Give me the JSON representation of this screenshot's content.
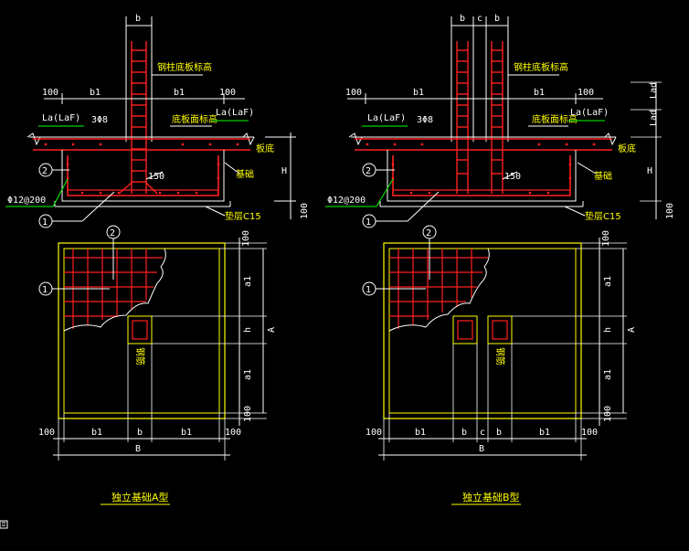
{
  "colors": {
    "background": "#000000",
    "yellow": "#ffff00",
    "red": "#ff2020",
    "white": "#ffffff",
    "green": "#00ff00",
    "cyan": "#00ffff"
  },
  "left": {
    "top_b": "b",
    "col_label": "钢柱底板标高",
    "dim_100_left": "100",
    "dim_b1_left": "b1",
    "dim_b1_right": "b1",
    "dim_100_right": "100",
    "la_left": "La(LaF)",
    "bars": "3Φ8",
    "slab_label": "底板面标高",
    "la_right": "La(LaF)",
    "right_note": "板底",
    "right_side": "基础",
    "callout_2": "2",
    "dim_150": "150",
    "rebar_spec": "Φ12@200",
    "callout_1": "1",
    "bedding": "垫层C15",
    "dim_H": "H",
    "dim_100_v": "100",
    "plan_callout_2": "2",
    "plan_callout_1": "1",
    "plan_col_note": "钢筋",
    "plan_100_top": "100",
    "plan_a1_top": "a1",
    "plan_h": "h",
    "plan_A": "A",
    "plan_a1_bottom": "a1",
    "plan_100_bottom": "100",
    "bottom_100_left": "100",
    "bottom_b1_left": "b1",
    "bottom_b": "b",
    "bottom_b1_right": "b1",
    "bottom_100_right": "100",
    "bottom_B": "B",
    "title": "独立基础A型"
  },
  "right": {
    "top_b": "b",
    "top_c": "c",
    "top_b2": "b",
    "col_label": "钢柱底板标高",
    "dim_100_left": "100",
    "dim_b1_left": "b1",
    "dim_b1_right": "b1",
    "dim_100_right": "100",
    "la_left": "La(LaF)",
    "bars": "3Φ8",
    "slab_label": "底板面标高",
    "la_right": "La(LaF)",
    "right_note": "板底",
    "right_side": "基础",
    "callout_2": "2",
    "dim_150": "150",
    "rebar_spec": "Φ12@200",
    "callout_1": "1",
    "bedding": "垫层C15",
    "dim_H": "H",
    "dim_100_v": "100",
    "v_dim_1": "Lad",
    "v_dim_2": "Lad",
    "plan_callout_2": "2",
    "plan_callout_1": "1",
    "plan_col_note": "钢筋",
    "plan_100_top": "100",
    "plan_a1_top": "a1",
    "plan_h": "h",
    "plan_A": "A",
    "plan_a1_bottom": "a1",
    "plan_100_bottom": "100",
    "bottom_100_left": "100",
    "bottom_b1_left": "b1",
    "bottom_b": "b",
    "bottom_c": "c",
    "bottom_b2": "b",
    "bottom_b1_right": "b1",
    "bottom_100_right": "100",
    "bottom_B": "B",
    "title": "独立基础B型"
  }
}
